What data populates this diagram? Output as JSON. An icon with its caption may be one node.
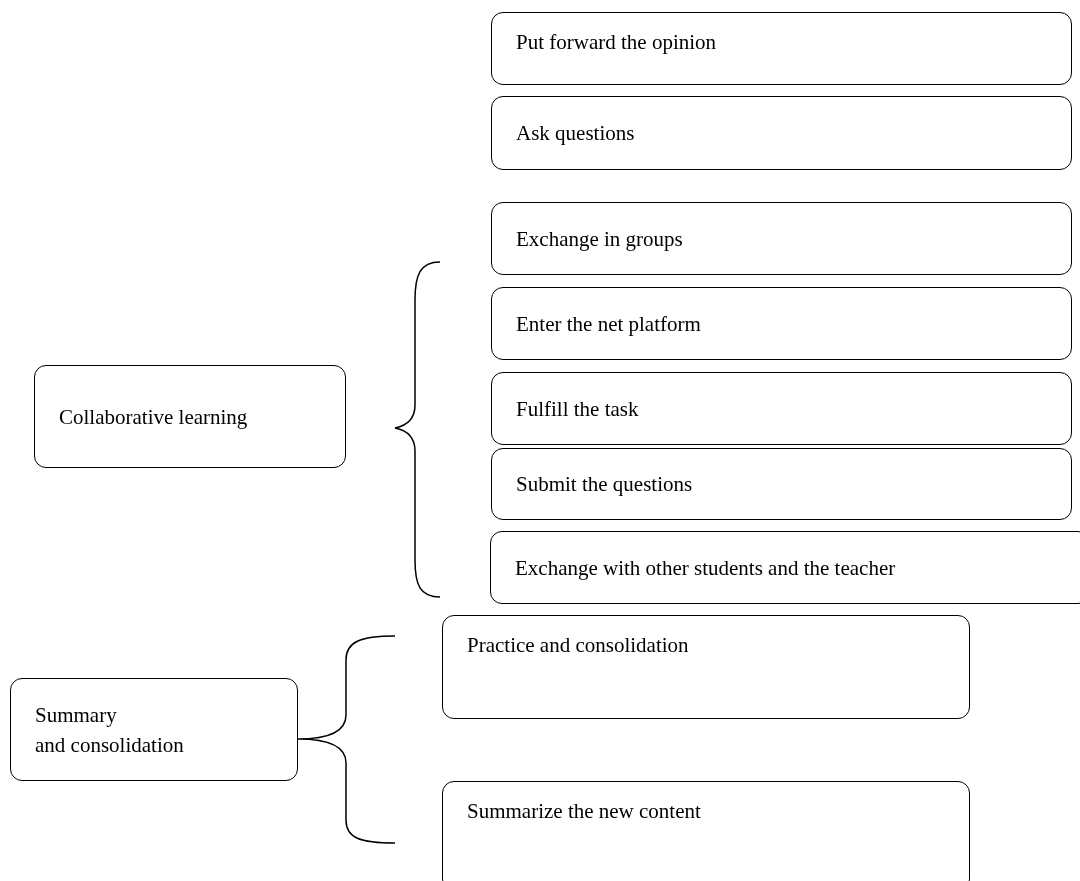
{
  "diagram": {
    "nodes": [
      {
        "text": [
          "Put forward the opinion"
        ]
      },
      {
        "text": [
          "Ask questions"
        ]
      },
      {
        "text": [
          "Exchange in groups"
        ]
      },
      {
        "text": [
          "Enter the net platform"
        ]
      },
      {
        "text": [
          "Fulfill the task"
        ]
      },
      {
        "text": [
          "Submit the questions"
        ]
      },
      {
        "text": [
          "Exchange with other students and the teacher"
        ]
      },
      {
        "text": [
          "Collaborative learning"
        ]
      },
      {
        "text": [
          "Summary",
          "and consolidation"
        ]
      },
      {
        "text": [
          "Practice and consolidation"
        ]
      },
      {
        "text": [
          "Summarize the new content"
        ]
      }
    ]
  }
}
